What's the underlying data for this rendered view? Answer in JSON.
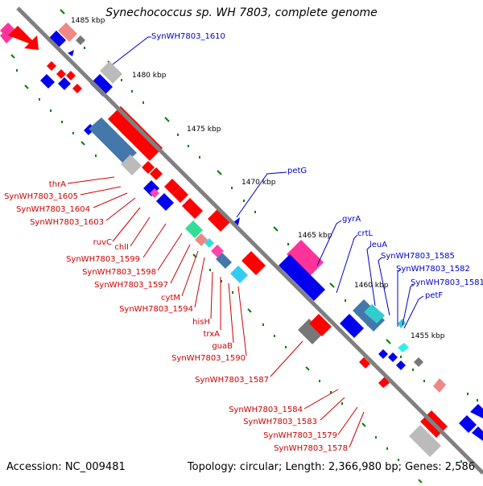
{
  "title": "Synechococcus sp. WH 7803, complete genome",
  "footer": {
    "accession": "Accession: NC_009481",
    "summary": "Topology: circular; Length: 2,366,980 bp; Genes: 2,586"
  },
  "colors": {
    "backbone": "#888888",
    "forward_cds": "#ff0000",
    "reverse_cds": "#0000ee",
    "label_forward": "#cc0000",
    "label_reverse": "#0000cc",
    "tick_mark": "#008000"
  },
  "ticks": [
    "1485 kbp",
    "1480 kbp",
    "1475 kbp",
    "1470 kbp",
    "1465 kbp",
    "1460 kbp",
    "1455 kbp"
  ],
  "labels_top": [
    "SynWH7803_1610",
    "petG",
    "gyrA",
    "crtL",
    "leuA",
    "SynWH7803_1585",
    "SynWH7803_1582",
    "SynWH7803_1581",
    "petF"
  ],
  "labels_bottom": [
    "thrA",
    "SynWH7803_1605",
    "SynWH7803_1604",
    "SynWH7803_1603",
    "ruvC",
    "chlI",
    "SynWH7803_1599",
    "SynWH7803_1598",
    "SynWH7803_1597",
    "cytM",
    "SynWH7803_1594",
    "hisH",
    "trxA",
    "guaB",
    "SynWH7803_1590",
    "SynWH7803_1587",
    "SynWH7803_1584",
    "SynWH7803_1583",
    "SynWH7803_1579",
    "SynWH7803_1578"
  ]
}
